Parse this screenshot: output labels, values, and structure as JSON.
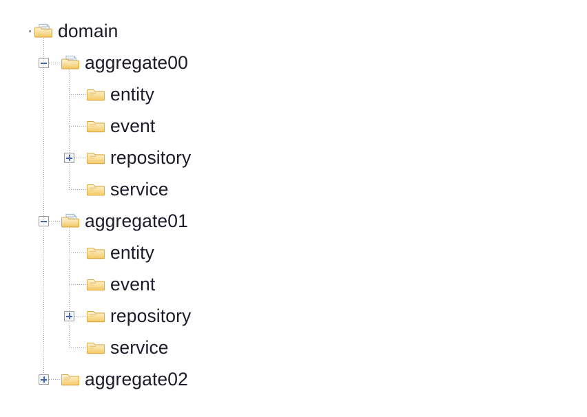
{
  "view": {
    "type": "file-tree",
    "background_color": "#ffffff",
    "text_color": "#1b1b2b",
    "line_color": "#9b9b9b",
    "toggle_sign_color": "#3f5fa8",
    "folder_color": "#f0c674"
  },
  "tree": {
    "nodes": [
      {
        "label": "domain",
        "depth": 0,
        "icon": "open-folder-icon",
        "toggle": "none",
        "row": 0,
        "last_child": false
      },
      {
        "label": "aggregate00",
        "depth": 1,
        "icon": "open-folder-icon",
        "toggle": "minus",
        "row": 1,
        "last_child": false
      },
      {
        "label": "entity",
        "depth": 2,
        "icon": "closed-folder-icon",
        "toggle": "none",
        "row": 2,
        "last_child": false
      },
      {
        "label": "event",
        "depth": 2,
        "icon": "closed-folder-icon",
        "toggle": "none",
        "row": 3,
        "last_child": false
      },
      {
        "label": "repository",
        "depth": 2,
        "icon": "closed-folder-icon",
        "toggle": "plus",
        "row": 4,
        "last_child": false
      },
      {
        "label": "service",
        "depth": 2,
        "icon": "closed-folder-icon",
        "toggle": "none",
        "row": 5,
        "last_child": true
      },
      {
        "label": "aggregate01",
        "depth": 1,
        "icon": "open-folder-icon",
        "toggle": "minus",
        "row": 6,
        "last_child": false
      },
      {
        "label": "entity",
        "depth": 2,
        "icon": "closed-folder-icon",
        "toggle": "none",
        "row": 7,
        "last_child": false
      },
      {
        "label": "event",
        "depth": 2,
        "icon": "closed-folder-icon",
        "toggle": "none",
        "row": 8,
        "last_child": false
      },
      {
        "label": "repository",
        "depth": 2,
        "icon": "closed-folder-icon",
        "toggle": "plus",
        "row": 9,
        "last_child": false
      },
      {
        "label": "service",
        "depth": 2,
        "icon": "closed-folder-icon",
        "toggle": "none",
        "row": 10,
        "last_child": true
      },
      {
        "label": "aggregate02",
        "depth": 1,
        "icon": "closed-folder-icon",
        "toggle": "plus",
        "row": 11,
        "last_child": true
      }
    ]
  }
}
